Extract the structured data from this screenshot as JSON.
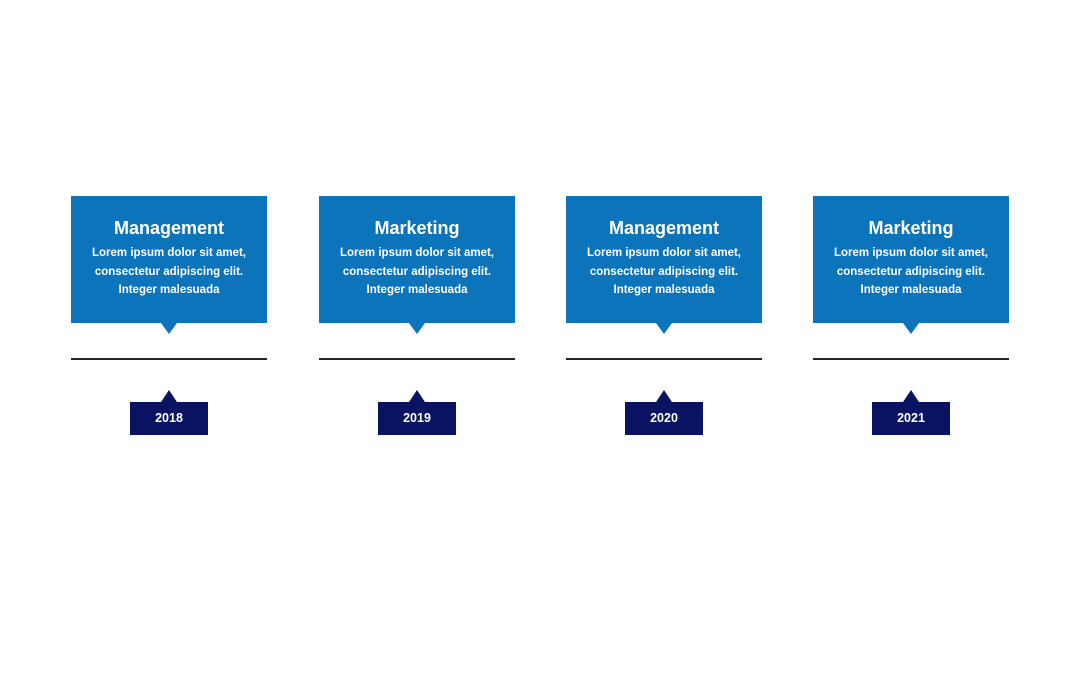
{
  "milestones": [
    {
      "title": "Management",
      "description": "Lorem ipsum dolor sit amet, consectetur adipiscing elit. Integer malesuada",
      "year": "2018"
    },
    {
      "title": "Marketing",
      "description": "Lorem ipsum dolor sit amet, consectetur adipiscing elit. Integer malesuada",
      "year": "2019"
    },
    {
      "title": "Management",
      "description": "Lorem ipsum dolor sit amet, consectetur adipiscing elit. Integer malesuada",
      "year": "2020"
    },
    {
      "title": "Marketing",
      "description": "Lorem ipsum dolor sit amet, consectetur adipiscing elit. Integer malesuada",
      "year": "2021"
    }
  ],
  "colors": {
    "card": "#0b74bb",
    "year_badge": "#0a1262",
    "axis": "#222222",
    "background": "#ffffff"
  }
}
